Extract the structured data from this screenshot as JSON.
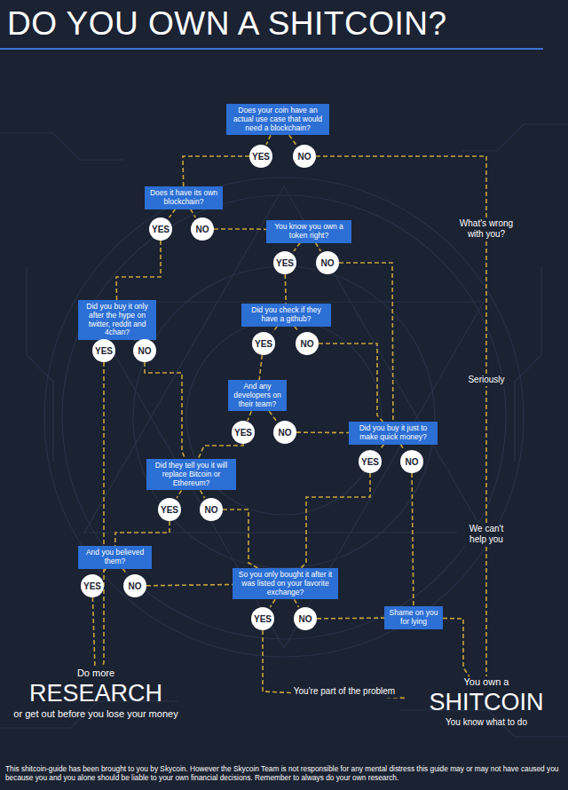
{
  "diagram": {
    "title": "DO YOU OWN A SHITCOIN?",
    "caption": "This shitcoin-guide has been brought to you by Skycoin. However the Skycoin Team is not responsible for any mental distress this guide may or may not have caused you because you and you alone should be liable to your own financial decisions. Remember to always do your own research.",
    "nodes": [
      {
        "text": [
          "Does your coin have an actual use case that would need a blockchain?"
        ]
      },
      {
        "text": [
          "YES"
        ]
      },
      {
        "text": [
          "NO"
        ]
      },
      {
        "text": [
          "Does it have its own blockchain?"
        ]
      },
      {
        "text": [
          "YES"
        ]
      },
      {
        "text": [
          "NO"
        ]
      },
      {
        "text": [
          "You know you own a token right?"
        ]
      },
      {
        "text": [
          "YES"
        ]
      },
      {
        "text": [
          "NO"
        ]
      },
      {
        "text": [
          "Did you buy it only after the hype on twitter, reddit and 4chan?"
        ]
      },
      {
        "text": [
          "YES"
        ]
      },
      {
        "text": [
          "NO"
        ]
      },
      {
        "text": [
          "Did you check if they have a github?"
        ]
      },
      {
        "text": [
          "YES"
        ]
      },
      {
        "text": [
          "NO"
        ]
      },
      {
        "text": [
          "And any developers on their team?"
        ]
      },
      {
        "text": [
          "YES"
        ]
      },
      {
        "text": [
          "NO"
        ]
      },
      {
        "text": [
          "Did you buy it just to make quick money?"
        ]
      },
      {
        "text": [
          "YES"
        ]
      },
      {
        "text": [
          "NO"
        ]
      },
      {
        "text": [
          "Did they tell you it will replace Bitcoin or Ethereum?"
        ]
      },
      {
        "text": [
          "YES"
        ]
      },
      {
        "text": [
          "NO"
        ]
      },
      {
        "text": [
          "And you believed them?"
        ]
      },
      {
        "text": [
          "YES"
        ]
      },
      {
        "text": [
          "NO"
        ]
      },
      {
        "text": [
          "So you only bought it after it was listed on your favorite exchange?"
        ]
      },
      {
        "text": [
          "YES"
        ]
      },
      {
        "text": [
          "NO"
        ]
      },
      {
        "text": [
          "Shame on you for lying"
        ]
      },
      {
        "text": [
          "Do more",
          "RESEARCH",
          "or get out before you lose your money"
        ]
      },
      {
        "text": [
          "You own a",
          "SHITCOIN",
          "You know what to do"
        ]
      }
    ],
    "edges": [
      {
        "from": 0,
        "to": 1,
        "arrow": "none"
      },
      {
        "from": 0,
        "to": 2,
        "arrow": "none"
      },
      {
        "from": 1,
        "to": 3,
        "arrow": "none"
      },
      {
        "from": 2,
        "to": 32,
        "label": "What's wrong with you?",
        "arrow": "none"
      },
      {
        "from": 3,
        "to": 4,
        "arrow": "none"
      },
      {
        "from": 3,
        "to": 5,
        "arrow": "none"
      },
      {
        "from": 4,
        "to": 9,
        "arrow": "none"
      },
      {
        "from": 5,
        "to": 6,
        "arrow": "none"
      },
      {
        "from": 6,
        "to": 7,
        "arrow": "none"
      },
      {
        "from": 6,
        "to": 8,
        "arrow": "none"
      },
      {
        "from": 7,
        "to": 12,
        "arrow": "none"
      },
      {
        "from": 8,
        "to": 18,
        "arrow": "none"
      },
      {
        "from": 9,
        "to": 10,
        "arrow": "none"
      },
      {
        "from": 9,
        "to": 11,
        "arrow": "none"
      },
      {
        "from": 10,
        "to": 31,
        "arrow": "none"
      },
      {
        "from": 11,
        "to": 21,
        "arrow": "none"
      },
      {
        "from": 12,
        "to": 13,
        "arrow": "none"
      },
      {
        "from": 12,
        "to": 14,
        "arrow": "none"
      },
      {
        "from": 13,
        "to": 15,
        "arrow": "none"
      },
      {
        "from": 14,
        "to": 18,
        "arrow": "none"
      },
      {
        "from": 15,
        "to": 16,
        "arrow": "none"
      },
      {
        "from": 15,
        "to": 17,
        "arrow": "none"
      },
      {
        "from": 16,
        "to": 21,
        "arrow": "none"
      },
      {
        "from": 17,
        "to": 18,
        "arrow": "none"
      },
      {
        "from": 18,
        "to": 19,
        "arrow": "none"
      },
      {
        "from": 18,
        "to": 20,
        "arrow": "none"
      },
      {
        "from": 19,
        "to": 27,
        "arrow": "none"
      },
      {
        "from": 20,
        "to": 30,
        "arrow": "none"
      },
      {
        "from": 21,
        "to": 22,
        "arrow": "none"
      },
      {
        "from": 21,
        "to": 23,
        "arrow": "none"
      },
      {
        "from": 22,
        "to": 24,
        "arrow": "none"
      },
      {
        "from": 23,
        "to": 27,
        "arrow": "none"
      },
      {
        "from": 24,
        "to": 25,
        "arrow": "none"
      },
      {
        "from": 24,
        "to": 26,
        "arrow": "none"
      },
      {
        "from": 25,
        "to": 31,
        "arrow": "none"
      },
      {
        "from": 26,
        "to": 27,
        "arrow": "none"
      },
      {
        "from": 27,
        "to": 28,
        "arrow": "none"
      },
      {
        "from": 27,
        "to": 29,
        "arrow": "none"
      },
      {
        "from": 28,
        "to": 32,
        "label": "You're part of the problem",
        "arrow": "none"
      },
      {
        "from": 29,
        "to": 30,
        "arrow": "none"
      },
      {
        "from": 30,
        "to": 32,
        "arrow": "none"
      }
    ],
    "labels": [
      "Seriously",
      "We can't help you"
    ]
  }
}
